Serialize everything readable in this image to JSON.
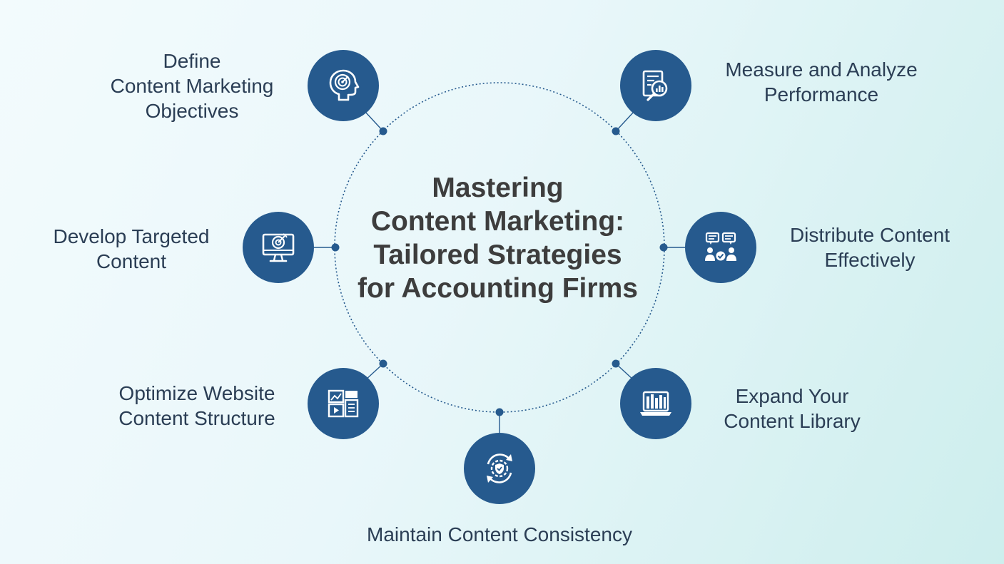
{
  "title": {
    "lines": [
      "Mastering",
      "Content Marketing:",
      "Tailored Strategies",
      "for Accounting Firms"
    ]
  },
  "steps": [
    {
      "lines": [
        "Define",
        "Content Marketing",
        "Objectives"
      ],
      "icon": "head-target-icon"
    },
    {
      "lines": [
        "Measure and Analyze",
        "Performance"
      ],
      "icon": "report-analysis-icon"
    },
    {
      "lines": [
        "Develop Targeted",
        "Content"
      ],
      "icon": "monitor-target-icon"
    },
    {
      "lines": [
        "Distribute Content",
        "Effectively"
      ],
      "icon": "people-chat-icon"
    },
    {
      "lines": [
        "Optimize Website",
        "Content Structure"
      ],
      "icon": "website-layout-icon"
    },
    {
      "lines": [
        "Expand Your",
        "Content Library"
      ],
      "icon": "laptop-library-icon"
    },
    {
      "lines": [
        "Maintain Content Consistency"
      ],
      "icon": "gear-shield-cycle-icon"
    }
  ],
  "colors": {
    "node": "#265a8e",
    "text": "#2b3e55",
    "title": "#3d3d3d",
    "ring": "#265a8e"
  }
}
